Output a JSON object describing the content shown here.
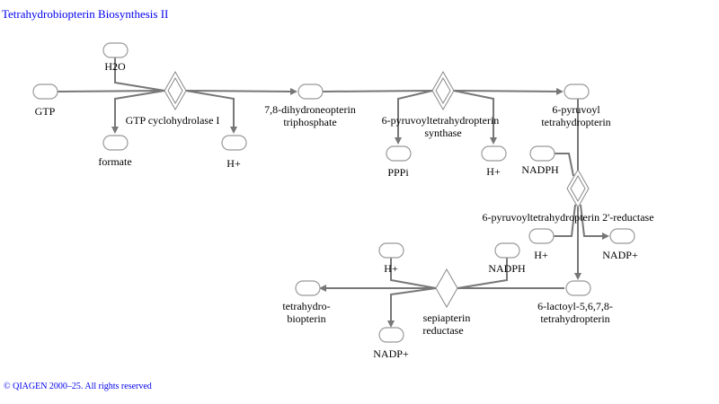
{
  "title": "Tetrahydrobiopterin Biosynthesis II",
  "footer": "© QIAGEN 2000–25. All rights reserved",
  "nodes": {
    "gtp": "GTP",
    "h2o": "H2O",
    "formate": "formate",
    "hplus1": "H+",
    "dihydroneopterin": [
      "7,8-dihydroneopterin",
      "triphosphate"
    ],
    "pppi": "PPPi",
    "hplus2": "H+",
    "pyruvoyl": [
      "6-pyruvoyl",
      "tetrahydropterin"
    ],
    "nadph1": "NADPH",
    "hplus3": "H+",
    "nadp1": "NADP+",
    "lactoyl": [
      "6-lactoyl-5,6,7,8-",
      "tetrahydropterin"
    ],
    "hplus4": "H+",
    "nadph2": "NADPH",
    "bh4": [
      "tetrahydro-",
      "biopterin"
    ],
    "nadp2": "NADP+"
  },
  "enzymes": {
    "e1": [
      "GTP cyclohydrolase I"
    ],
    "e2": [
      "6-pyruvoyltetrahydropterin",
      "synthase"
    ],
    "e3": [
      "6-pyruvoyltetrahydropterin 2'-reductase"
    ],
    "e4": [
      "sepiapterin",
      "reductase"
    ]
  }
}
